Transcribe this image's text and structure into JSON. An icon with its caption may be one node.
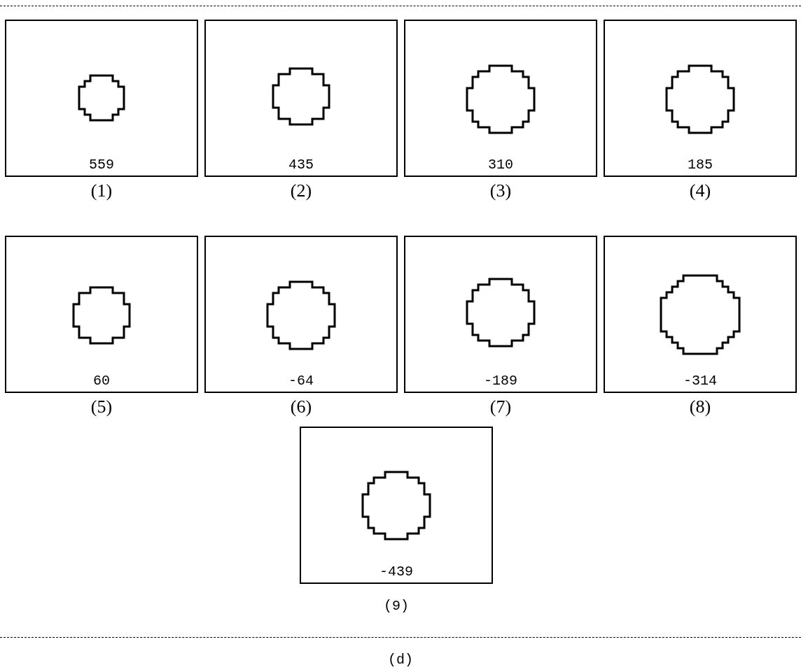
{
  "diagram": {
    "caption": "(d)",
    "nodes": [
      {
        "text": [
          "559"
        ],
        "beside": [
          "(1)"
        ]
      },
      {
        "text": [
          "435"
        ],
        "beside": [
          "(2)"
        ]
      },
      {
        "text": [
          "310"
        ],
        "beside": [
          "(3)"
        ]
      },
      {
        "text": [
          "185"
        ],
        "beside": [
          "(4)"
        ]
      },
      {
        "text": [
          "60"
        ],
        "beside": [
          "(5)"
        ]
      },
      {
        "text": [
          "-64"
        ],
        "beside": [
          "(6)"
        ]
      },
      {
        "text": [
          "-189"
        ],
        "beside": [
          "(7)"
        ]
      },
      {
        "text": [
          "-314"
        ],
        "beside": [
          "(8)"
        ]
      },
      {
        "text": [
          "-439"
        ],
        "beside": [
          "(9)"
        ]
      }
    ]
  }
}
